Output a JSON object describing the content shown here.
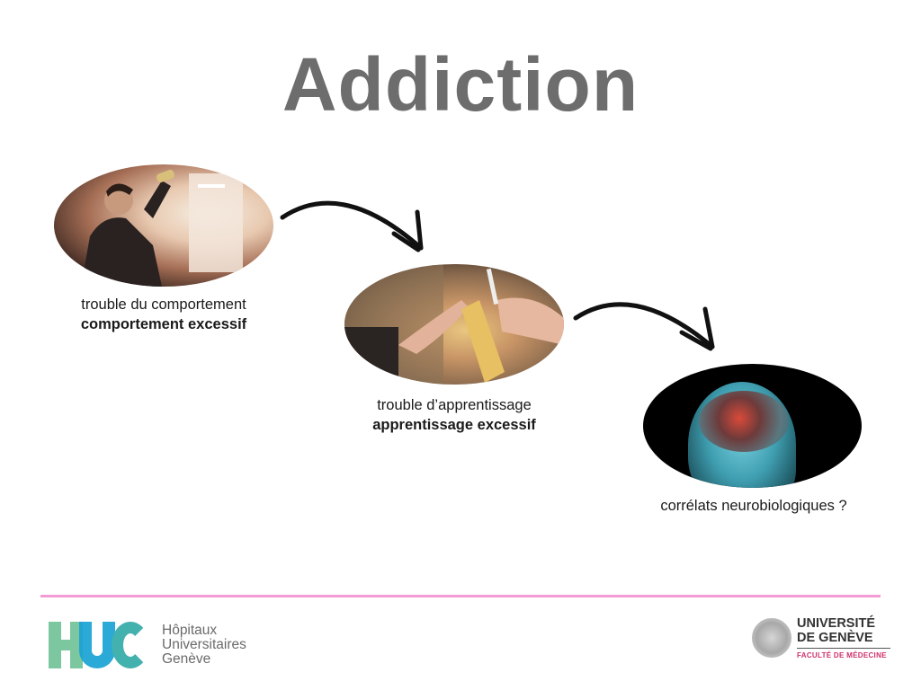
{
  "slide": {
    "title": "Addiction",
    "steps": [
      {
        "image": "person-drinking-from-bottle",
        "line1": "trouble du comportement",
        "line2": "comportement excessif"
      },
      {
        "image": "hands-refusing-bottle-and-cigarette",
        "line1": "trouble d’apprentissage",
        "line2": "apprentissage excessif"
      },
      {
        "image": "human-head-brain-scan",
        "line1": "corrélats neurobiologiques ?",
        "line2": ""
      }
    ],
    "divider_color": "#f39bd4"
  },
  "footer": {
    "left_logo": {
      "mark": "HUG",
      "line1": "Hôpitaux",
      "line2": "Universitaires",
      "line3": "Genève"
    },
    "right_logo": {
      "line1": "UNIVERSITÉ",
      "line2": "DE GENÈVE",
      "faculty": "FACULTÉ DE MÉDECINE"
    }
  }
}
